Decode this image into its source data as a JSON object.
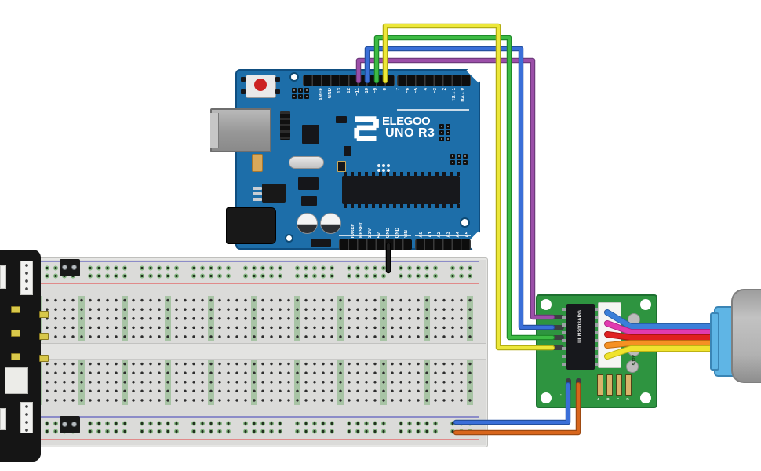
{
  "diagram": {
    "type": "wiring-diagram",
    "components": [
      "ELEGOO UNO R3 board",
      "breadboard with power supply module",
      "ULN2003 stepper driver board",
      "stepper motor"
    ],
    "connections": [
      {
        "wire": "purple",
        "from": "UNO digital pin ~11",
        "to": "driver input pin 1"
      },
      {
        "wire": "blue",
        "from": "UNO digital pin ~10",
        "to": "driver input pin 2"
      },
      {
        "wire": "green",
        "from": "UNO digital pin ~9",
        "to": "driver input pin 3"
      },
      {
        "wire": "yellow",
        "from": "UNO digital pin 8",
        "to": "driver input pin 4"
      },
      {
        "wire": "black",
        "from": "UNO GND",
        "to": "breadboard top power rail"
      },
      {
        "wire": "blue",
        "from": "driver power pin -",
        "to": "breadboard bottom power rail"
      },
      {
        "wire": "orange",
        "from": "driver power pin +",
        "to": "breadboard bottom power rail"
      },
      {
        "wire": "5-wire ribbon (blue/pink/red/orange/yellow)",
        "from": "driver motor socket",
        "to": "stepper motor plug"
      }
    ]
  },
  "arduino": {
    "logo_text": "ELEGOO",
    "model_text": "UNO R3",
    "top_left": [
      "AREF",
      "GND",
      "13",
      "12",
      "~11",
      "~10",
      "~9",
      "8"
    ],
    "top_right": [
      "7",
      "~6",
      "~5",
      "4",
      "~3",
      "2",
      "TX→1",
      "RX←0"
    ],
    "bottom_power": [
      "IOREF",
      "RESET",
      "3.3V",
      "5V",
      "GND",
      "GND",
      "VIN"
    ],
    "bottom_analog": [
      "A0",
      "A1",
      "A2",
      "A3",
      "A4",
      "A5"
    ]
  },
  "driver": {
    "chip_label": "ULN2003APG",
    "led_labels": "A B C D",
    "power_labels": "-    +",
    "side_label": "5-12V"
  },
  "colors": {
    "arduino_blue": "#1d6ea9",
    "driver_green": "#2e9440",
    "breadboard_gray": "#dbdbd9",
    "motor_gray": "#b2b2b2",
    "motor_plug_blue": "#5fb5e5"
  },
  "wires": {
    "purple": {
      "core": "#9b4fa8",
      "edge": "#6f3a7d"
    },
    "blue": {
      "core": "#3a6fd8",
      "edge": "#24509f"
    },
    "green": {
      "core": "#3dbb44",
      "edge": "#1f8a2a"
    },
    "yellow": {
      "core": "#ece73a",
      "edge": "#b3ae12"
    },
    "black": {
      "core": "#1c1c1c",
      "edge": "#000000"
    },
    "orange": {
      "core": "#d8661c",
      "edge": "#9e4a12"
    },
    "motor_blue": {
      "core": "#3b7fd9",
      "edge": "#2a5fa8"
    },
    "motor_pink": {
      "core": "#e23bb0",
      "edge": "#b02787"
    },
    "motor_red": {
      "core": "#e02020",
      "edge": "#a81414"
    },
    "motor_orange": {
      "core": "#f59123",
      "edge": "#c06c10"
    },
    "motor_yellow": {
      "core": "#f0e32e",
      "edge": "#bdb214"
    }
  }
}
